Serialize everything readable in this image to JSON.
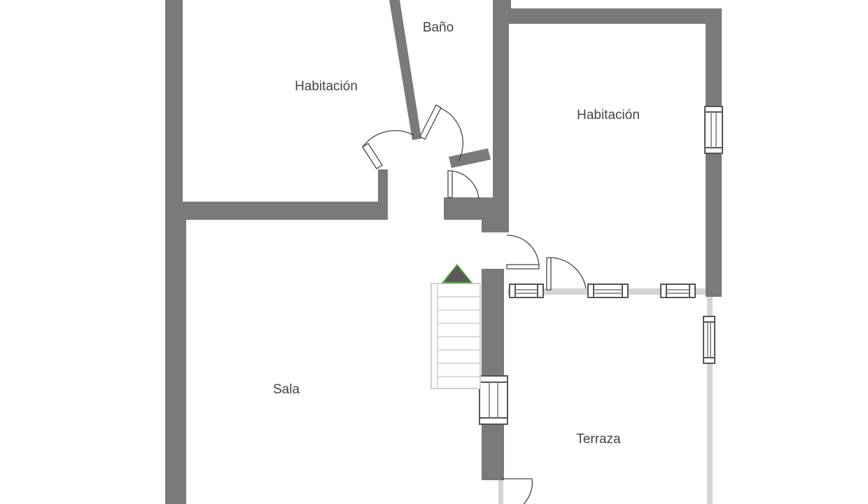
{
  "plan": {
    "colors": {
      "wall": "#7a7a7a",
      "light_wall": "#d4d4d4",
      "window_frame": "#555555",
      "door_line": "#444444",
      "stair_stroke": "#cfcfcf",
      "arrow_fill": "#5a5a5a",
      "arrow_edge": "#55bb33"
    },
    "rooms": {
      "bedroom_left": "Habitación",
      "bathroom": "Baño",
      "bedroom_right": "Habitación",
      "living_room": "Sala",
      "terrace": "Terraza"
    }
  }
}
